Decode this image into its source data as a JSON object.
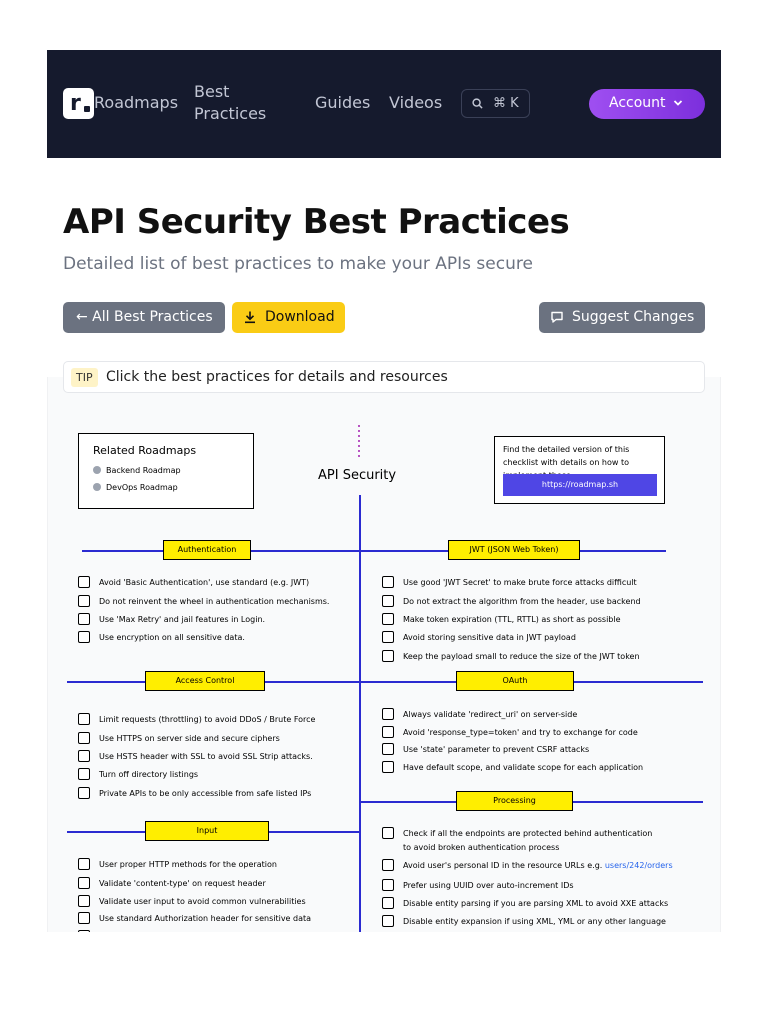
{
  "nav": {
    "logo_letter": "r",
    "roadmaps": "Roadmaps",
    "best_practices": "Best Practices",
    "guides": "Guides",
    "videos": "Videos",
    "search_shortcut": "⌘ K",
    "account": "Account"
  },
  "page": {
    "title": "API Security Best Practices",
    "subtitle": "Detailed list of best practices to make your APIs secure",
    "btn_all": "← All Best Practices",
    "btn_download": "Download",
    "btn_suggest": "Suggest Changes",
    "tip_badge": "TIP",
    "tip_text": "Click the best practices for details and resources"
  },
  "diagram": {
    "related": {
      "title": "Related Roadmaps",
      "items": [
        "Backend Roadmap",
        "DevOps Roadmap"
      ]
    },
    "center_title": "API Security",
    "detail": {
      "text": "Find the detailed version of this checklist with details on how to implement these",
      "link": "https://roadmap.sh"
    },
    "sections": {
      "authentication": {
        "label": "Authentication",
        "items": [
          "Avoid 'Basic Authentication', use standard (e.g. JWT)",
          "Do not reinvent the wheel in authentication mechanisms.",
          "Use 'Max Retry' and jail features in Login.",
          "Use encryption on all sensitive data."
        ]
      },
      "jwt": {
        "label": "JWT (JSON Web Token)",
        "items": [
          "Use good 'JWT Secret' to make brute force attacks difficult",
          "Do not extract the algorithm from the header, use backend",
          "Make token expiration (TTL, RTTL) as short as possible",
          "Avoid storing sensitive data in JWT payload",
          "Keep the payload small to reduce the size of the JWT token"
        ]
      },
      "access_control": {
        "label": "Access Control",
        "items": [
          "Limit requests (throttling) to avoid DDoS / Brute Force",
          "Use HTTPS on server side and secure ciphers",
          "Use HSTS header with SSL to avoid SSL Strip attacks.",
          "Turn off directory listings",
          "Private APIs to be only accessible from safe listed IPs"
        ]
      },
      "oauth": {
        "label": "OAuth",
        "items": [
          "Always validate 'redirect_uri' on server-side",
          "Avoid 'response_type=token' and try to exchange for code",
          "Use 'state' parameter to prevent CSRF attacks",
          "Have default scope, and validate scope for each application"
        ]
      },
      "processing": {
        "label": "Processing",
        "items": [
          "Check if all the endpoints are protected behind authentication",
          "to avoid broken authentication process",
          "Avoid user's personal ID in the resource URLs e.g.",
          "users/242/orders",
          "Prefer using UUID over auto-increment IDs",
          "Disable entity parsing if you are parsing XML to avoid XXE attacks",
          "Disable entity expansion if using XML, YML or any other language"
        ]
      },
      "input": {
        "label": "Input",
        "items": [
          "User proper HTTP methods for the operation",
          "Validate 'content-type' on request header",
          "Validate user input to avoid common vulnerabilities",
          "Use standard Authorization header for sensitive data"
        ]
      }
    }
  },
  "colors": {
    "nav_bg": "#151a2d",
    "account_purple": "#8a2be2",
    "download_yellow": "#facc15",
    "section_yellow": "#ffee00",
    "line_blue": "#2b2bd1",
    "link_blue": "#2563eb"
  }
}
